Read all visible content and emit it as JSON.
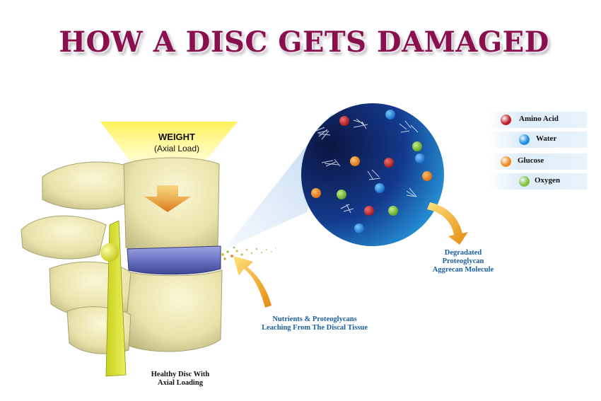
{
  "title": "HOW A DISC GETS DAMAGED",
  "weight_label": {
    "line1": "WEIGHT",
    "line2": "(Axial Load)"
  },
  "captions": {
    "nutrients": {
      "line1": "Nutrients & Proteoglycans",
      "line2": "Leaching From The Discal Tissue"
    },
    "degraded": {
      "line1": "Degradated",
      "line2": "Proteoglycan",
      "line3": "Aggrecan Molecule"
    },
    "healthy": {
      "line1": "Healthy Disc With",
      "line2": "Axial Loading"
    }
  },
  "legend": [
    {
      "label": "Amino Acid",
      "color": "#c3202a"
    },
    {
      "label": "Water",
      "color": "#1e8fe0"
    },
    {
      "label": "Glucose",
      "color": "#f08a1c"
    },
    {
      "label": "Oxygen",
      "color": "#7fc241"
    }
  ],
  "colors": {
    "title": "#8a0f4e",
    "bone": "#efe9b8",
    "disc": "#6a74c4",
    "arrow": "#f0a020",
    "caption_blue": "#1b5fa0"
  }
}
